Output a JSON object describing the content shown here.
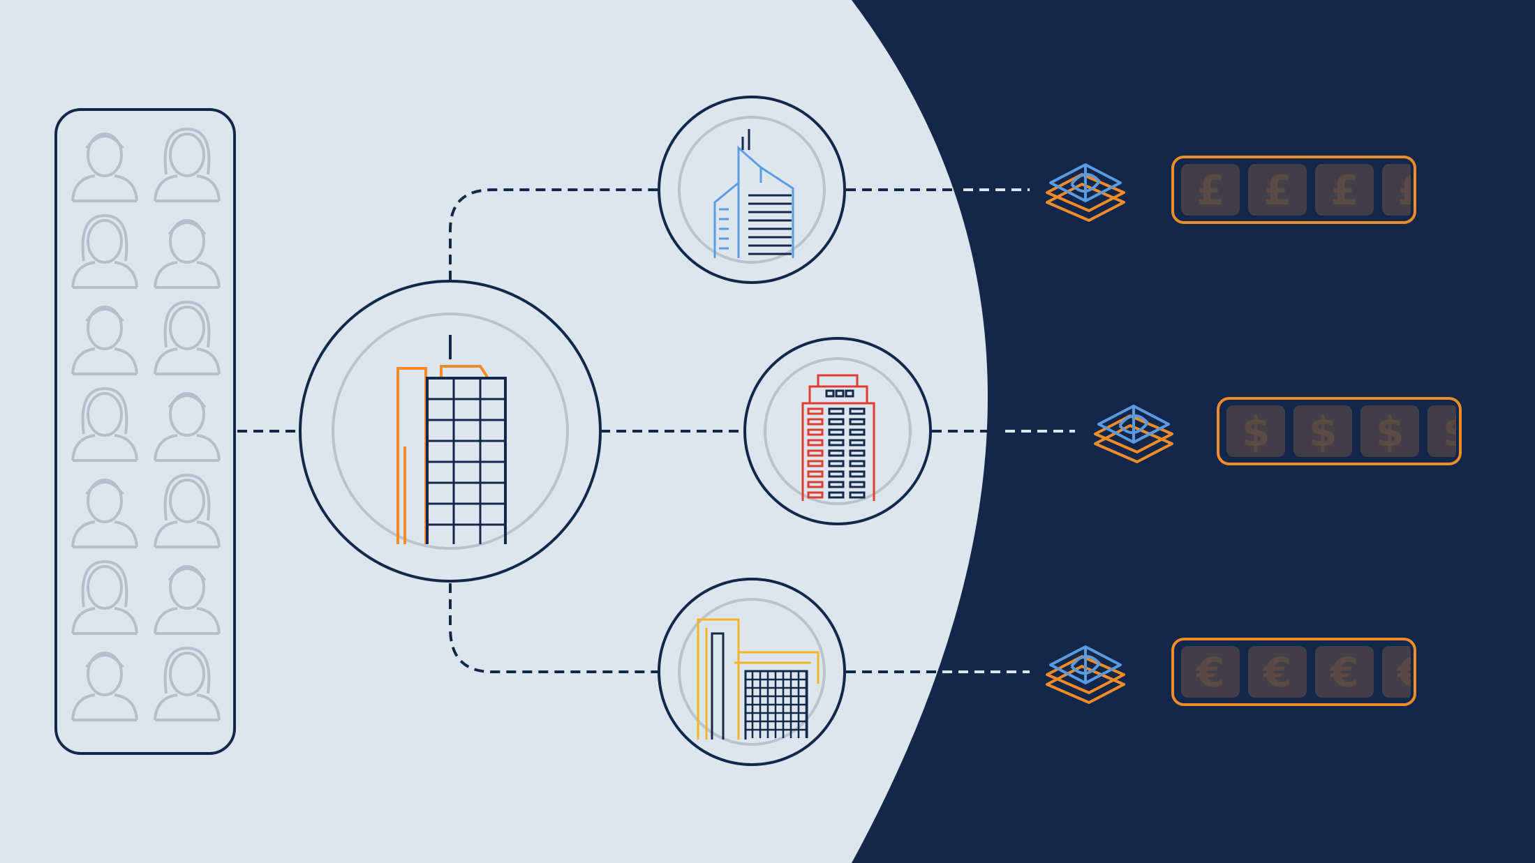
{
  "colors": {
    "background_light": "#dde6ee",
    "background_dark": "#13274a",
    "navy_line": "#13274a",
    "grey_ring": "#b9c2cd",
    "people_outline": "#b5bfca",
    "orange": "#f28c28",
    "blue": "#5b9be0",
    "red": "#e23a2e",
    "yellow": "#f5b324",
    "tile_fill": "#433f48"
  },
  "icons": {
    "people_group": "user-icon",
    "headquarters": "office-tower-icon",
    "subsidiaries": [
      "skyscraper-icon",
      "hotel-tower-icon",
      "factory-building-icon"
    ],
    "money": "cash-stack-icon"
  },
  "currency_rows": [
    {
      "symbol": "£",
      "symbol_count": 4
    },
    {
      "symbol": "$",
      "symbol_count": 4
    },
    {
      "symbol": "€",
      "symbol_count": 4
    }
  ]
}
